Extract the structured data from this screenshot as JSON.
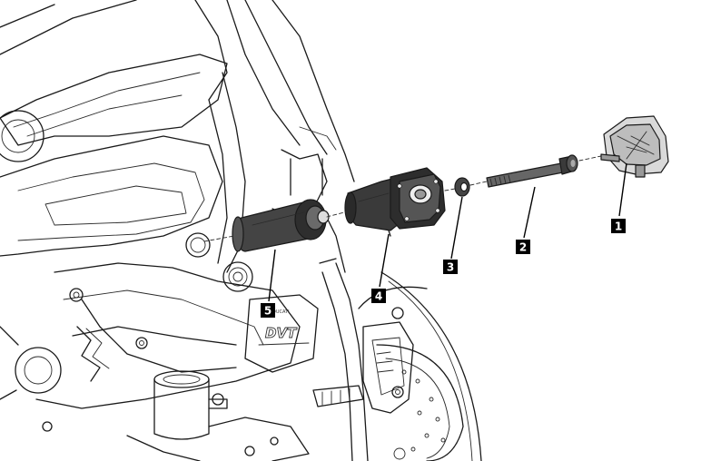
{
  "diagram": {
    "callouts": [
      {
        "id": "1",
        "label": "1"
      },
      {
        "id": "2",
        "label": "2"
      },
      {
        "id": "3",
        "label": "3"
      },
      {
        "id": "4",
        "label": "4"
      },
      {
        "id": "5",
        "label": "5"
      }
    ],
    "engine_stamp": "DVT",
    "colors": {
      "line": "#1a1a1a",
      "callout_box": "#000000",
      "callout_text": "#ffffff",
      "part_fill": "#ffffff",
      "slider_body_fill": "#3a3a3a",
      "spacer_fill": "#444444",
      "bolt_fill": "#555555",
      "cap_fill": "#d8d8d8"
    }
  }
}
